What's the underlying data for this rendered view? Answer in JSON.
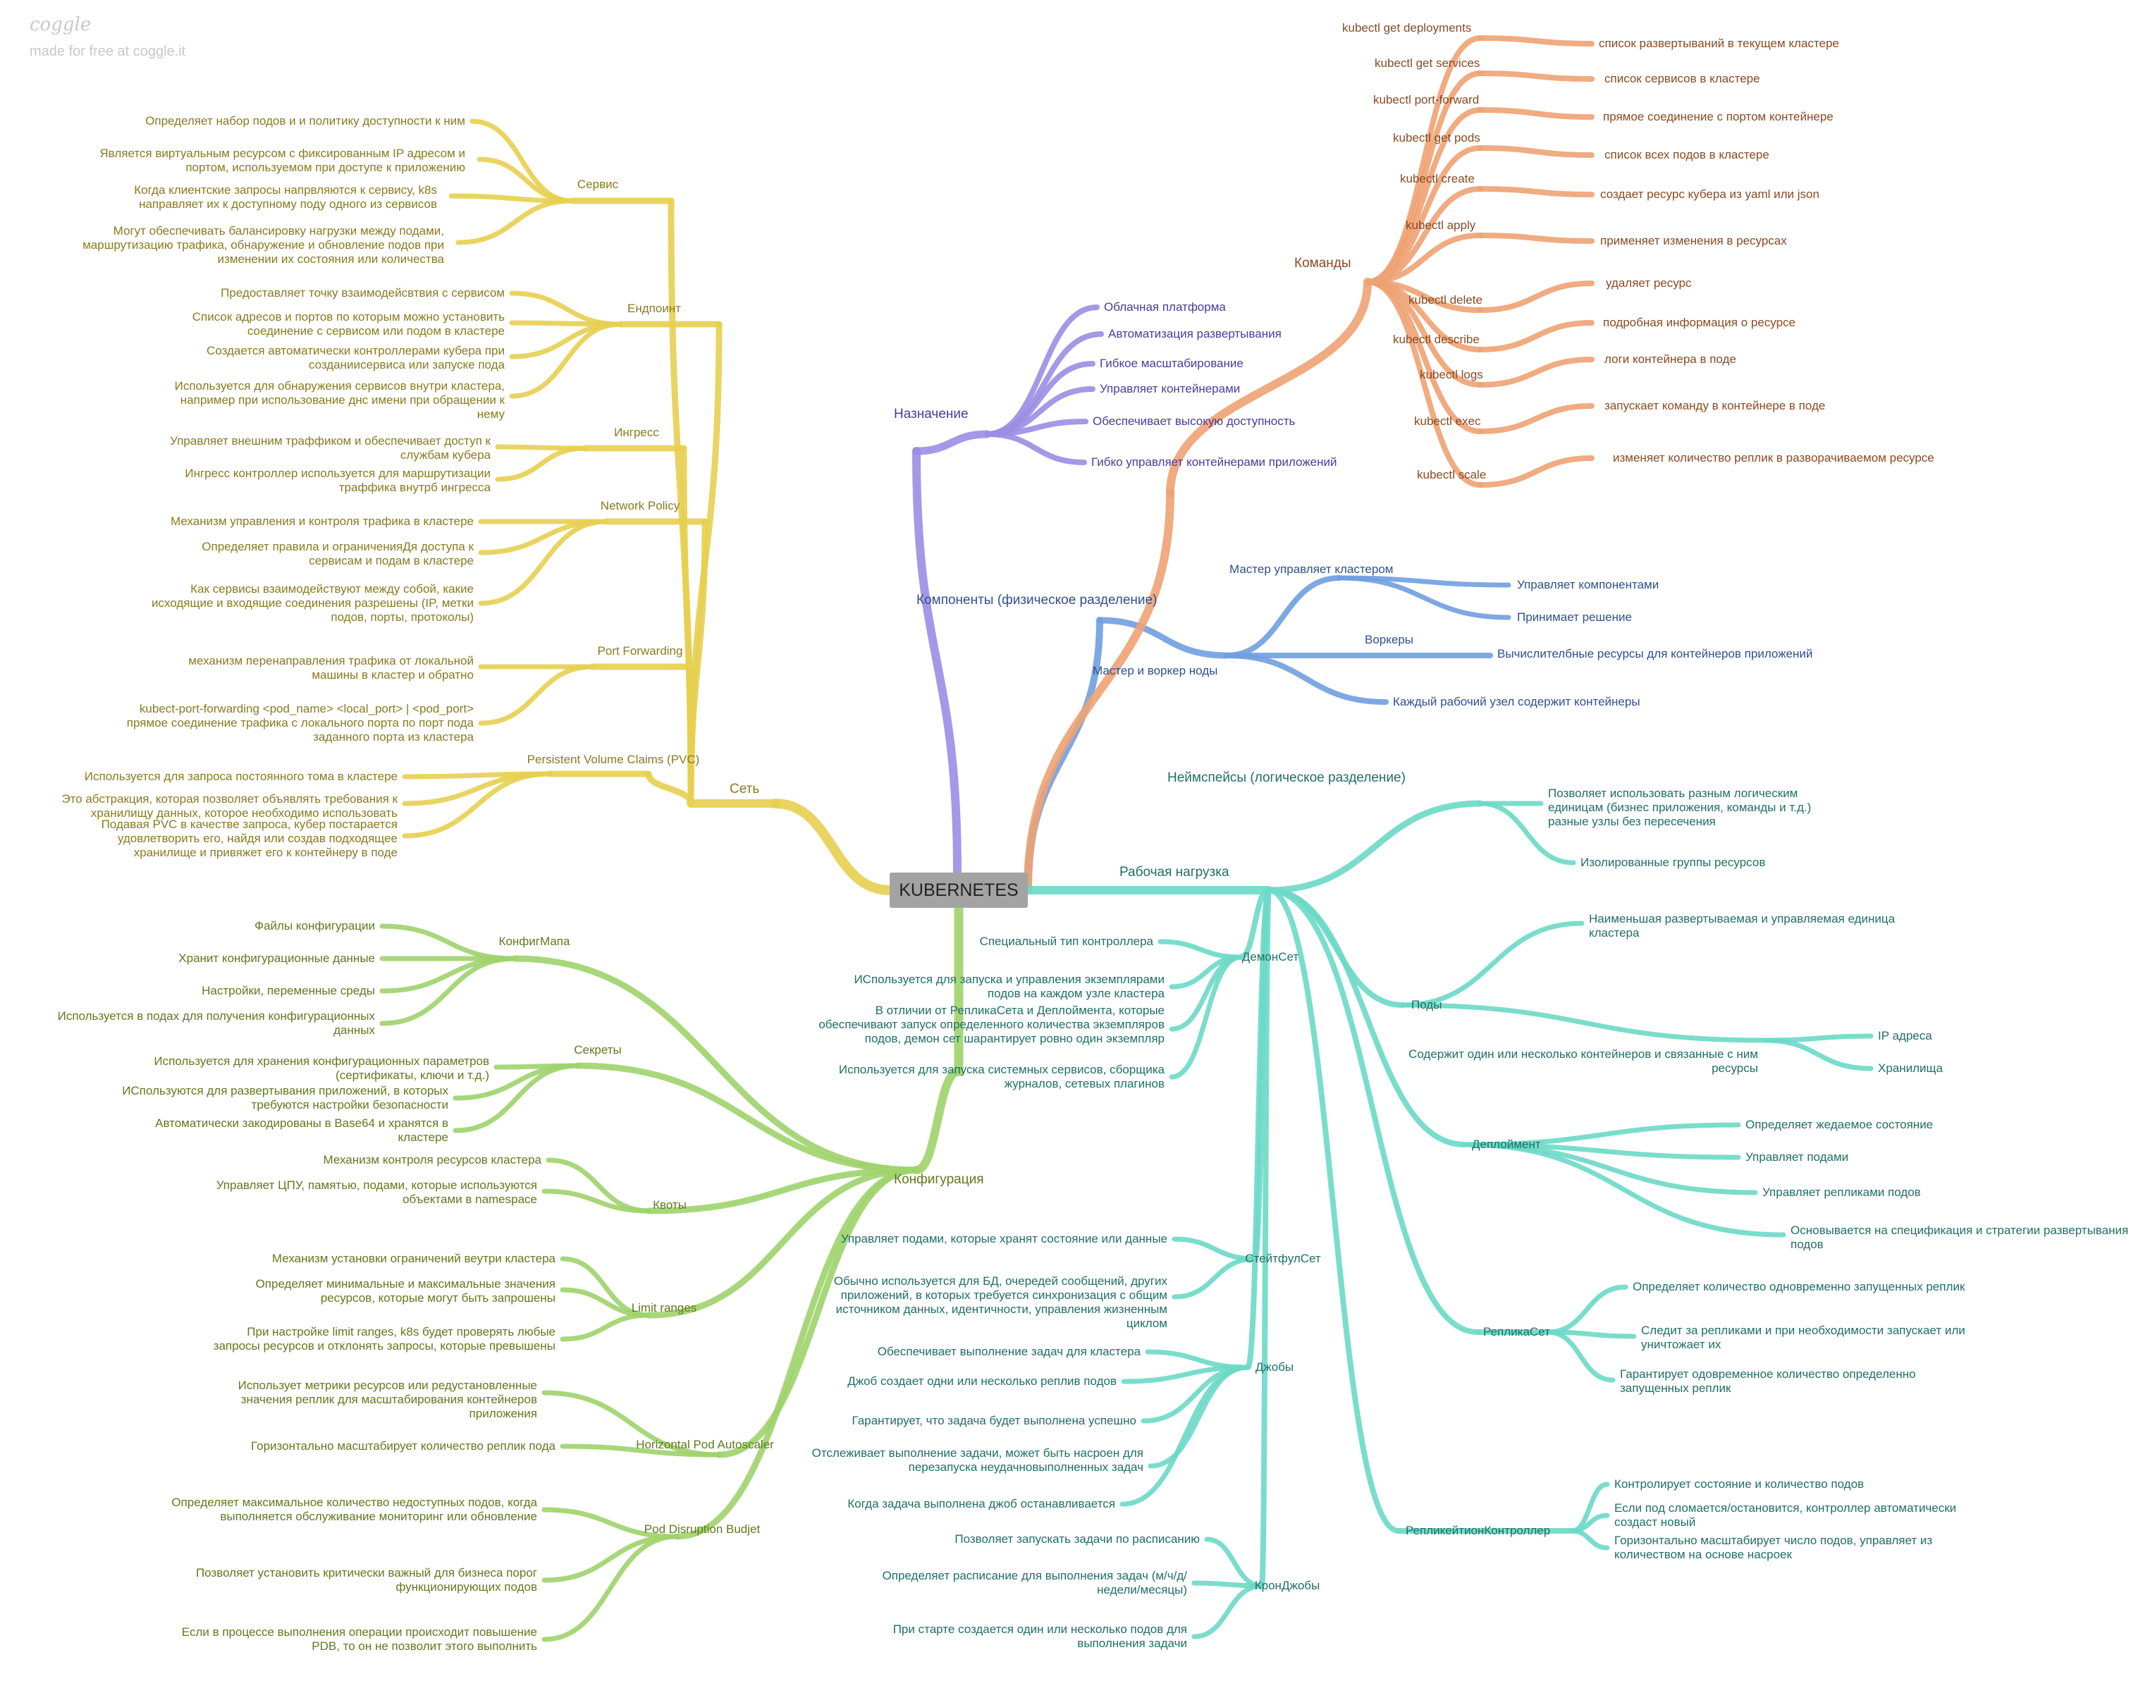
{
  "branding": {
    "logo": "coggle",
    "tagline": "made for free at coggle.it"
  },
  "root": "KUBERNETES",
  "colors": {
    "network": "#e7cf50",
    "config": "#9fd36c",
    "purpose": "#9b8de3",
    "components": "#6f9fe0",
    "commands": "#eea273",
    "workload": "#6cd9c7"
  },
  "network": {
    "title": "Сеть",
    "service": {
      "title": "Сервис",
      "items": [
        "Определяет набор подов и и политику доступности к ним",
        "Является виртуальным ресурсом с фиксированным IP адресом и портом, используемом при доступе к приложению",
        "Когда клиентские запросы напрвляются к сервису, k8s направляет их к доступному поду одного из сервисов",
        "Могут обеспечивать балансировку нагрузки между подами, маршрутизацию трафика, обнаружение и обновление подов при изменении их состояния или количества"
      ]
    },
    "endpoint": {
      "title": "Ендпоинт",
      "items": [
        "Предоставляет точку взаимодейсвтвия с сервисом",
        "Список адресов и портов по которым можно установить соединение с сервисом или подом в кластере",
        "Создается автоматически контроллерами кубера при созданиисервиса или запуске пода",
        "Используется для обнаружения сервисов внутри кластера, например при использование днс имени при обращении к нему"
      ]
    },
    "ingress": {
      "title": "Ингресс",
      "items": [
        "Управляет внешним траффиком и обеспечивает доступ к службам кубера",
        "Ингресс контроллер используется для маршрутизации траффика внутрб ингресса"
      ]
    },
    "netpol": {
      "title": "Network Policy",
      "items": [
        "Механизм управления и контроля трафика в кластере",
        "Определяет правила и ограниченияДя доступа к сервисам и подам в кластере",
        "Как сервисы взаимодействуют между собой, какие исходящие и входящие соединения разрешены (IP, метки подов, порты, протоколы)"
      ]
    },
    "portfwd": {
      "title": "Port Forwarding",
      "items": [
        "механизм перенаправления трафика от локальной машины в кластер и обратно",
        "kubect-port-forwarding <pod_name> <local_port> | <pod_port> прямое соединение трафика с локального порта по порт пода заданного порта из кластера"
      ]
    },
    "pvc": {
      "title": "Persistent Volume Claims (PVC)",
      "items": [
        "Используется для запроса постоянного тома в кластере",
        "Это абстракция, которая позволяет объявлять требования к хранилищу данных, которое необходимо использовать",
        "Подавая PVC в качестве запроса, кубер постарается удовлетворить его, найдя или создав подходящее хранилище и привяжет его к контейнеру в поде"
      ]
    }
  },
  "config": {
    "title": "Конфигурация",
    "configmap": {
      "title": "КонфигМапа",
      "items": [
        "Файлы конфигурации",
        "Хранит конфигурационные данные",
        "Настройки, переменные среды",
        "Используется в подах для получения конфигурационных данных"
      ]
    },
    "secrets": {
      "title": "Секреты",
      "items": [
        "Используется для хранения конфигурационных параметров (сертификаты, ключи и т.д.)",
        "ИСпользуются для развертывания приложений, в которых требуются настройки безопасности",
        "Автоматически закодированы в Base64 и хранятся в кластере"
      ]
    },
    "quotas": {
      "title": "Квоты",
      "items": [
        "Механизм контроля ресурсов кластера",
        "Управляет ЦПУ, памятью, подами, которые используются объектами в namespace"
      ]
    },
    "limits": {
      "title": "Limit ranges",
      "items": [
        "Механизм установки ограничений веутри кластера",
        "Определяет минимальные и максимальные значения ресурсов, которые могут быть запрошены",
        "При настройке limit ranges, k8s будет проверять любые запросы ресурсов и отклонять запросы, которые превышены"
      ]
    },
    "hpa": {
      "title": "Horizontal Pod Autoscaler",
      "items": [
        "Использует метрики ресурсов или редустановленные значения реплик для масштабирования контейнеров приложения",
        "Горизонтально масштабирует количество реплик пода"
      ]
    },
    "pdb": {
      "title": "Pod Disruption Budjet",
      "items": [
        "Определяет максимальное количество недоступных подов, когда выполняется обслуживание мониторинг или обновление",
        "Позволяет установить критически важный для бизнеса порог функционирующих подов",
        "Если в процессе выполнения операции происходит повышение PDB, то он не позволит этого выполнить"
      ]
    }
  },
  "purpose": {
    "title": "Назначение",
    "items": [
      "Облачная платформа",
      "Автоматизация развертывания",
      "Гибкое масштабирование",
      "Управляет контейнерами",
      "Обеспечивает высокую доступность",
      "Гибко управляет контейнерами приложений"
    ]
  },
  "components": {
    "title": "Компоненты (физическое разделение)",
    "nodes": {
      "title": "Мастер и воркер ноды",
      "master": {
        "title": "Мастер управляет кластером",
        "items": [
          "Управляет компонентами",
          "Принимает решение"
        ]
      },
      "workers": {
        "title": "Воркеры",
        "items": [
          "Вычислителбные ресурсы для контейнеров приложений",
          "Каждый рабочий узел содержит контейнеры"
        ]
      }
    },
    "namespaces": "Неймспейсы (логическое разделение)",
    "ns_items": [
      "Позволяет использовать разным логическим единицам (бизнес приложения, команды и т.д.) разные узлы без пересечения",
      "Изолированные группы ресурсов"
    ]
  },
  "commands": {
    "title": "Команды",
    "items": [
      {
        "cmd": "kubectl get deployments",
        "desc": "список развертываний в текущем кластере"
      },
      {
        "cmd": "kubectl get services",
        "desc": "список сервисов в кластере"
      },
      {
        "cmd": "kubectl port-forward",
        "desc": "прямое соединение с портом контейнере"
      },
      {
        "cmd": "kubectl get pods",
        "desc": "список всех подов в кластере"
      },
      {
        "cmd": "kubectl create",
        "desc": "создает ресурс кубера из yaml или json"
      },
      {
        "cmd": "kubectl apply",
        "desc": "применяет изменения в ресурсах"
      },
      {
        "cmd": "kubectl delete",
        "desc": "удаляет ресурс"
      },
      {
        "cmd": "kubectl describe",
        "desc": "подробная информация о ресурсе"
      },
      {
        "cmd": "kubectl logs",
        "desc": "логи контейнера в поде"
      },
      {
        "cmd": "kubectl exec",
        "desc": "запускает команду в контейнере в поде"
      },
      {
        "cmd": "kubectl scale",
        "desc": "изменяет количество реплик в разворачиваемом ресурсе"
      }
    ]
  },
  "workload": {
    "title": "Рабочая нагрузка",
    "daemonset": {
      "title": "ДемонСет",
      "items": [
        "Специальный тип контроллера",
        "ИСпользуется для запуска и управления экземплярами подов на каждом узле кластера",
        "В отличии от РепликаСета и Деплоймента, которые обеспечивают запуск определенного количества экземпляров подов, демон сет шарантирует ровно один экземпляр",
        "Используется для запуска системных сервисов, сборщика журналов, сетевых плагинов"
      ]
    },
    "pods": {
      "title": "Поды",
      "items": [
        "Наименьшая развертываемая и управляемая единица кластера",
        "Содержит один или несколько контейнеров и связанные с ним ресурсы"
      ],
      "sub": [
        "IP адреса",
        "Хранилища"
      ]
    },
    "deployment": {
      "title": "Деплоймент",
      "items": [
        "Определяет жедаемое состояние",
        "Управляет подами",
        "Управляет репликами подов",
        "Основывается на спецификация и стратегии развертывания подов"
      ]
    },
    "statefulset": {
      "title": "СтейтфулСет",
      "items": [
        "Управляет подами, которые хранят состояние или данные",
        "Обычно используется для БД, очередей сообщений, других приложений, в которых требуется синхронизация с общим источником данных, идентичности, управления жизненным циклом"
      ]
    },
    "replicaset": {
      "title": "РепликаСет",
      "items": [
        "Определяет количество одновременно запущенных реплик",
        "Следит за репликами и при необходимости запускает или уничтожает их",
        "Гарантирует одовременное количество определенно запущенных реплик"
      ]
    },
    "jobs": {
      "title": "Джобы",
      "items": [
        "Обеспечивает выполнение задач для кластера",
        "Джоб создает одни или несколько реплив подов",
        "Гарантирует, что задача будет выполнена успешно",
        "Отслеживает выполнение задачи, может быть насроен для перезапуска неудачновыполненных задач",
        "Когда задача выполнена джоб останавливается"
      ]
    },
    "rc": {
      "title": "РепликейтионКонтроллер",
      "items": [
        "Контролирует состояние и количество подов",
        "Если под сломается/остановится, контроллер автоматически создаст новый",
        "Горизонтально масштабирует число подов, управляет из количеством на основе насроек"
      ]
    },
    "cronjobs": {
      "title": "КронДжобы",
      "items": [
        "Позволяет запускать задачи по расписанию",
        "Определяет расписание для выполнения задач (м/ч/д/недели/месяцы)",
        "При старте создается один или несколько подов для выполнения задачи"
      ]
    }
  }
}
